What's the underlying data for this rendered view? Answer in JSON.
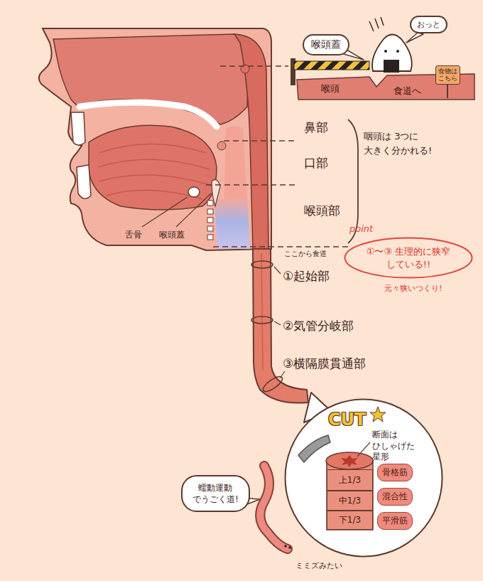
{
  "diagram": {
    "nodes": [
      {
        "text": [
          "喉頭蓋"
        ]
      },
      {
        "text": [
          "おっと"
        ]
      },
      {
        "text": [
          "食物は こちら"
        ]
      },
      {
        "text": [
          "point",
          "①〜③ 生理的に狭窄 している!!"
        ]
      },
      {
        "text": [
          "CUT",
          "断面は ひしゃげた 星形"
        ]
      },
      {
        "text": [
          "上1/3"
        ],
        "in": 4
      },
      {
        "text": [
          "中1/3"
        ],
        "in": 4
      },
      {
        "text": [
          "下1/3"
        ],
        "in": 4
      },
      {
        "text": [
          "骨格筋"
        ],
        "in": 4
      },
      {
        "text": [
          "混合性"
        ],
        "in": 4
      },
      {
        "text": [
          "平滑筋"
        ],
        "in": 4
      },
      {
        "text": [
          "蠕動運動 でうごく道!"
        ]
      }
    ],
    "labels": [
      "喉頭",
      "食道へ",
      "鼻部",
      "口部",
      "喉頭部",
      "咽頭は 3つに 大きく分かれる!",
      "舌骨",
      "喉頭蓋",
      "ここから食道",
      "元々狭いつくり!",
      "①起始部",
      "②気管分岐部",
      "③横隔膜貫通部",
      "ミミズみたい"
    ]
  }
}
